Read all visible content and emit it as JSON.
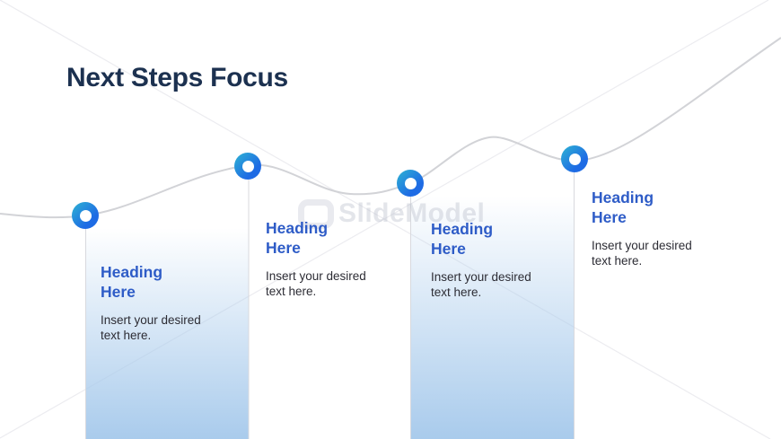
{
  "slide": {
    "title": "Next Steps Focus"
  },
  "watermark": {
    "text": "SlideModel",
    "icon": "slidemodel-logo-icon"
  },
  "steps": [
    {
      "heading": "Heading Here",
      "body": "Insert your desired text here."
    },
    {
      "heading": "Heading Here",
      "body": "Insert your desired text here."
    },
    {
      "heading": "Heading Here",
      "body": "Insert your desired text here."
    },
    {
      "heading": "Heading Here",
      "body": "Insert your desired text here."
    }
  ],
  "colors": {
    "title_text": "#1c3150",
    "heading_text": "#2e5cc7",
    "body_text": "#2c2c34",
    "marker_gradient_start": "#2eb3d3",
    "marker_gradient_end": "#1e6be4",
    "column_fill_bottom": "#a9cbec",
    "curve_line": "#d2d3d7",
    "diagonal_line": "#ececf0",
    "connector_line": "#d8d9de",
    "watermark_text": "#c9ccd6"
  }
}
